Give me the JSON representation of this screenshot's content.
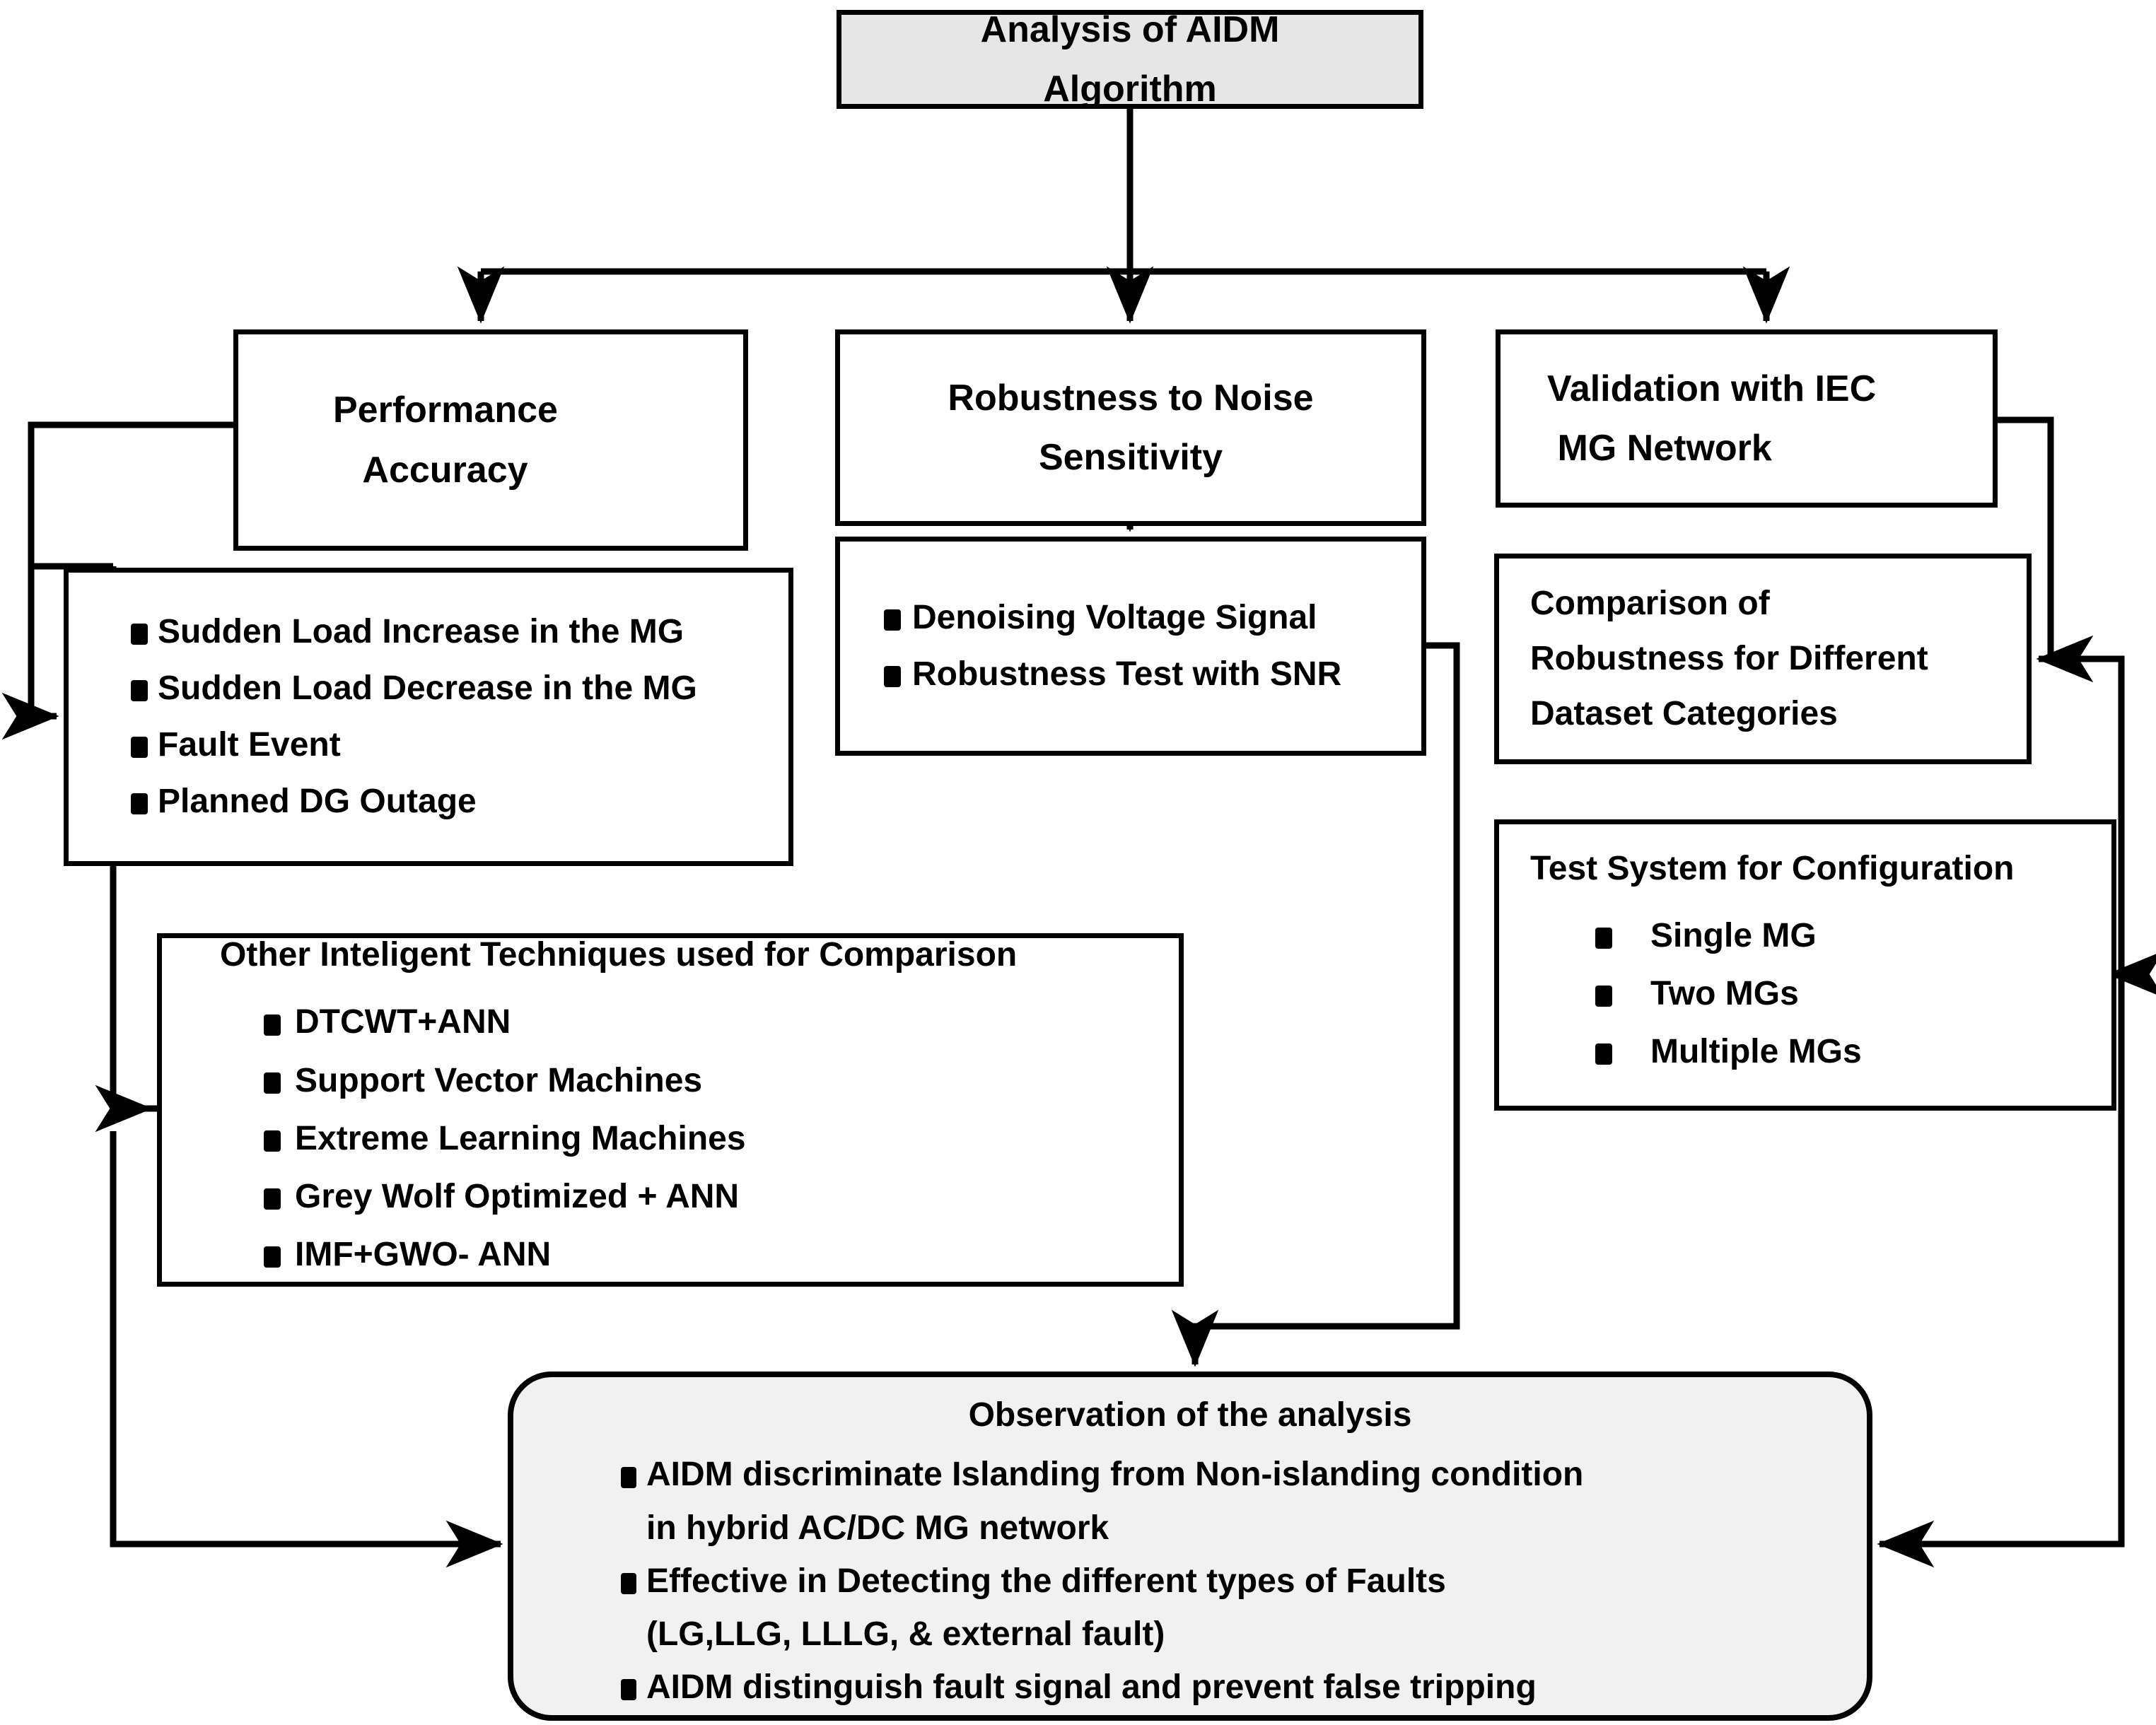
{
  "diagram": {
    "title": "Analysis of AIDM Algorithm flowchart",
    "colors": {
      "line": "#000000",
      "box_fill": "#ffffff",
      "root_fill": "#e6e6e6",
      "observation_fill": "#f1f1f1",
      "text": "#000000"
    }
  },
  "nodes": {
    "root": {
      "line1": "Analysis of AIDM",
      "line2": "Algorithm"
    },
    "performance": {
      "line1": "Performance",
      "line2": "   Accuracy"
    },
    "noise": {
      "line1": "Robustness to Noise",
      "line2": "Sensitivity"
    },
    "validation": {
      "line1": "Validation with IEC",
      "line2": " MG Network"
    },
    "events": {
      "items": [
        "Sudden Load Increase in the MG",
        "Sudden Load Decrease in the MG",
        "Fault Event",
        "Planned DG Outage"
      ]
    },
    "denoise": {
      "items": [
        "Denoising Voltage Signal",
        "Robustness Test with SNR"
      ]
    },
    "comparison": {
      "line1": "Comparison of",
      "line2": "Robustness for Different",
      "line3": "Dataset Categories"
    },
    "test_system": {
      "lead": "Test System for  Configuration",
      "items": [
        "Single MG",
        "Two MGs",
        "Multiple MGs"
      ]
    },
    "other_techniques": {
      "lead": "Other Inteligent Techniques  used for Comparison",
      "items": [
        "DTCWT+ANN",
        "Support Vector Machines",
        "Extreme Learning Machines",
        "Grey Wolf Optimized + ANN",
        "IMF+GWO- ANN"
      ]
    },
    "observation": {
      "lead": "Observation of the  analysis",
      "items": [
        "AIDM discriminate Islanding from Non-islanding condition",
        "Effective in Detecting the different types of Faults",
        "AIDM distinguish fault signal and prevent false tripping"
      ],
      "continuations": [
        "in hybrid AC/DC MG network",
        "(LG,LLG, LLLG, & external fault)"
      ]
    }
  }
}
